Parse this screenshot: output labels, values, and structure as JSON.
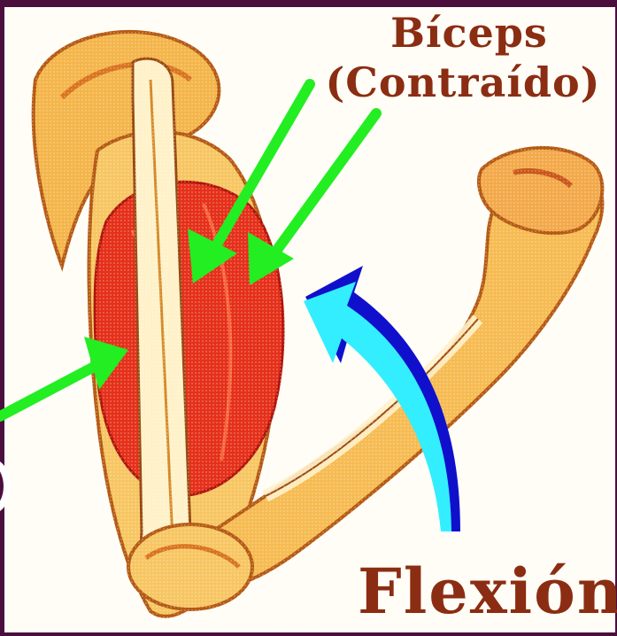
{
  "labels": {
    "biceps_title": "Bíceps",
    "biceps_state": "(Contraído)",
    "motion": "Flexión"
  },
  "colors": {
    "background": "#4a0f3c",
    "label_text": "#8b2d12",
    "pointer_arrows": "#22ee22",
    "motion_arrow": "#33eeff",
    "motion_arrow_shadow": "#1010cc",
    "muscle": "#e5301a",
    "bone_skin": "#f5c05a"
  },
  "icons": {
    "pointer": "green-arrow-icon",
    "motion": "curved-cyan-arrow-icon"
  }
}
